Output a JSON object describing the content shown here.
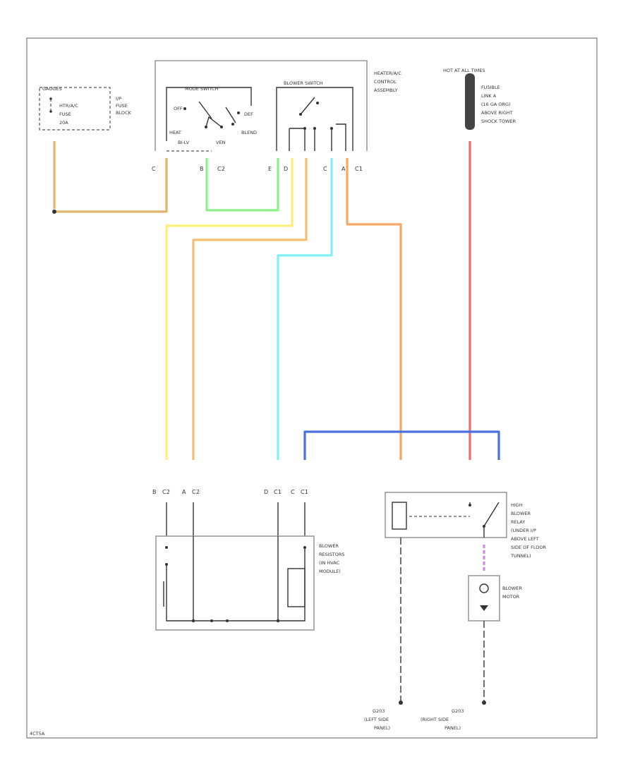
{
  "colors": {
    "tan": "#e2b56c",
    "green": "#8df08d",
    "yellow": "#ffee7a",
    "light_orange": "#f5bf72",
    "cyan": "#7ff1f2",
    "orange": "#f7a766",
    "red": "#f36a6a",
    "blue": "#4a6fe0",
    "violet": "#c88ee0"
  },
  "labels": {
    "fuse_block": [
      "GAUGES",
      "HTR/A/C",
      "FUSE",
      "20A",
      "I/P",
      "FUSE",
      "BLOCK"
    ],
    "control_assembly": [
      "HEATER/A/C",
      "CONTROL",
      "ASSEMBLY"
    ],
    "mode_switch": "MODE SWITCH",
    "blower_switch": "BLOWER SWITCH",
    "positions": [
      "OFF",
      "DEF",
      "HEAT",
      "BI-LV",
      "VEN",
      "BLEND"
    ],
    "connectors_top": [
      "C",
      "B",
      "C2",
      "E",
      "D",
      "C",
      "A",
      "C1"
    ],
    "hot_label": "HOT AT ALL TIMES",
    "fusible_link": [
      "FUSIBLE",
      "LINK A",
      "(16 GA ORG)",
      "ABOVE RIGHT",
      "SHOCK TOWER"
    ],
    "connectors_bottom": [
      "B",
      "C2",
      "A",
      "C2",
      "D",
      "C1",
      "C",
      "C1"
    ],
    "resistors": [
      "BLOWER",
      "RESISTORS",
      "(IN HVAC",
      "MODULE)"
    ],
    "relay": [
      "HIGH",
      "BLOWER",
      "RELAY",
      "(UNDER I/P",
      "ABOVE LEFT",
      "SIDE OF FLOOR",
      "TUNNEL)"
    ],
    "motor": [
      "BLOWER",
      "MOTOR"
    ],
    "ground_left": [
      "G203",
      "(LEFT SIDE",
      "PANEL)"
    ],
    "ground_right": [
      "G203",
      "(RIGHT SIDE",
      "PANEL)"
    ],
    "corner_code": "4CT5A"
  }
}
